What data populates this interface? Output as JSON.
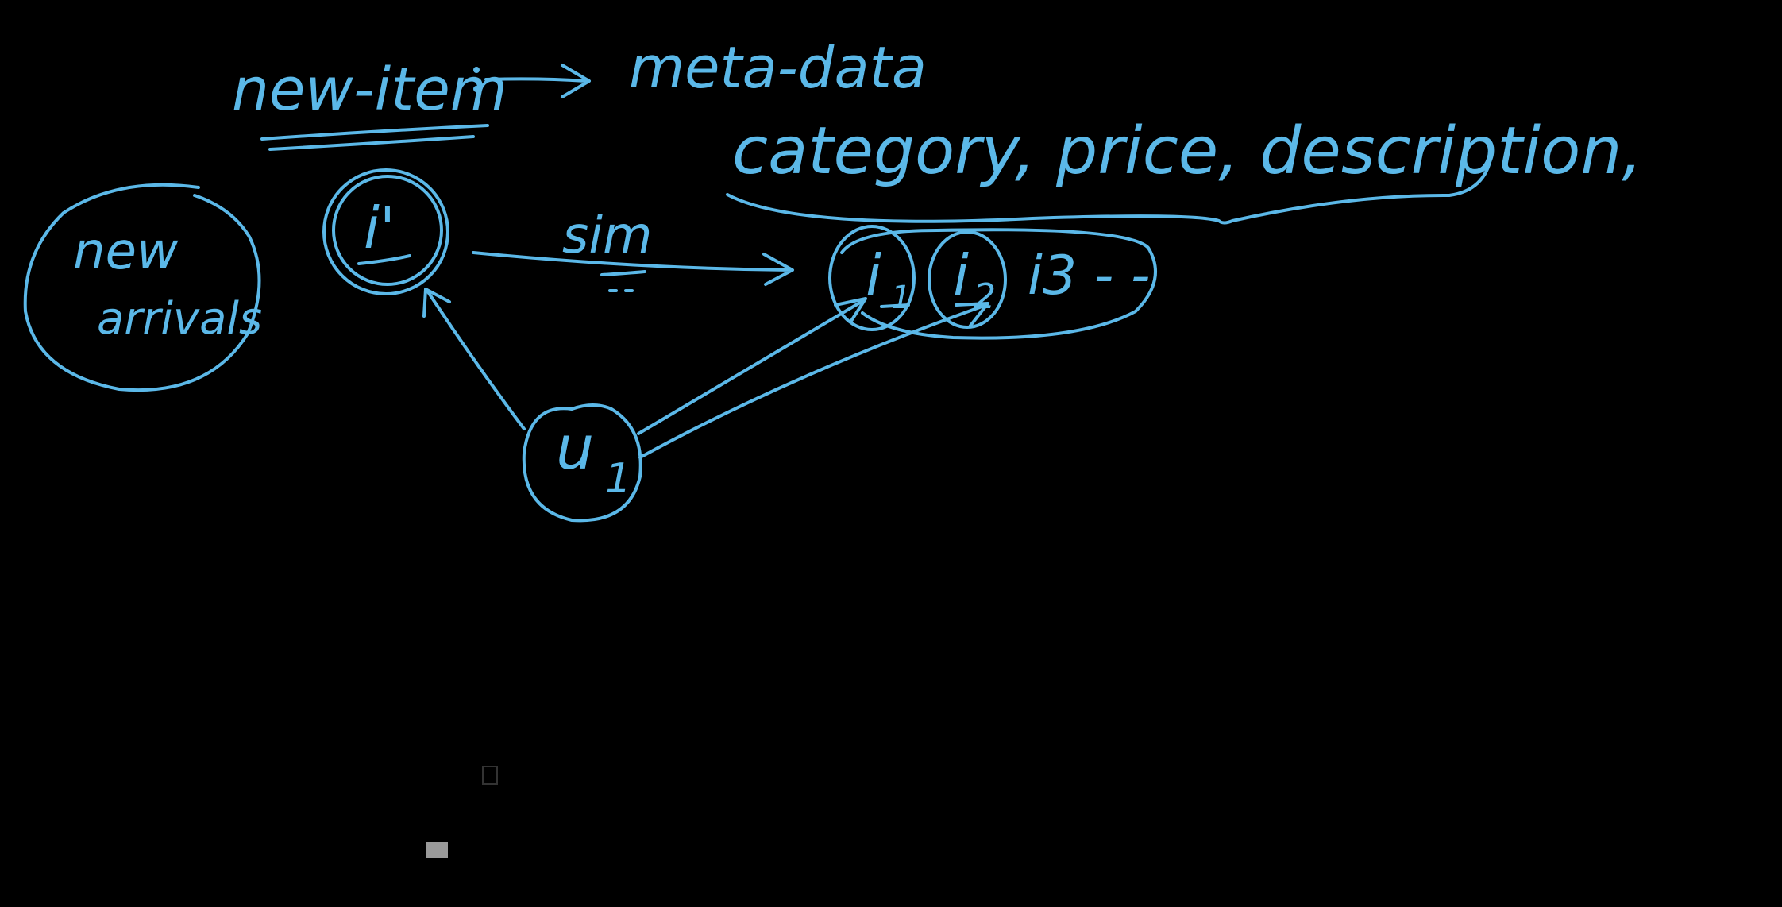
{
  "ink_color": "#5bb8e8",
  "background": "#000000",
  "labels": {
    "new_item": "new-item",
    "meta_data": "meta-data",
    "attributes": "category, price, description,",
    "new_arrivals_line1": "new",
    "new_arrivals_line2": "arrivals",
    "sim": "sim",
    "item_new": "i'",
    "user": "u",
    "user_sub": "1",
    "item1": "i",
    "item1_sub": "1",
    "item2": "i",
    "item2_sub": "2",
    "item3": "i3 - -"
  }
}
